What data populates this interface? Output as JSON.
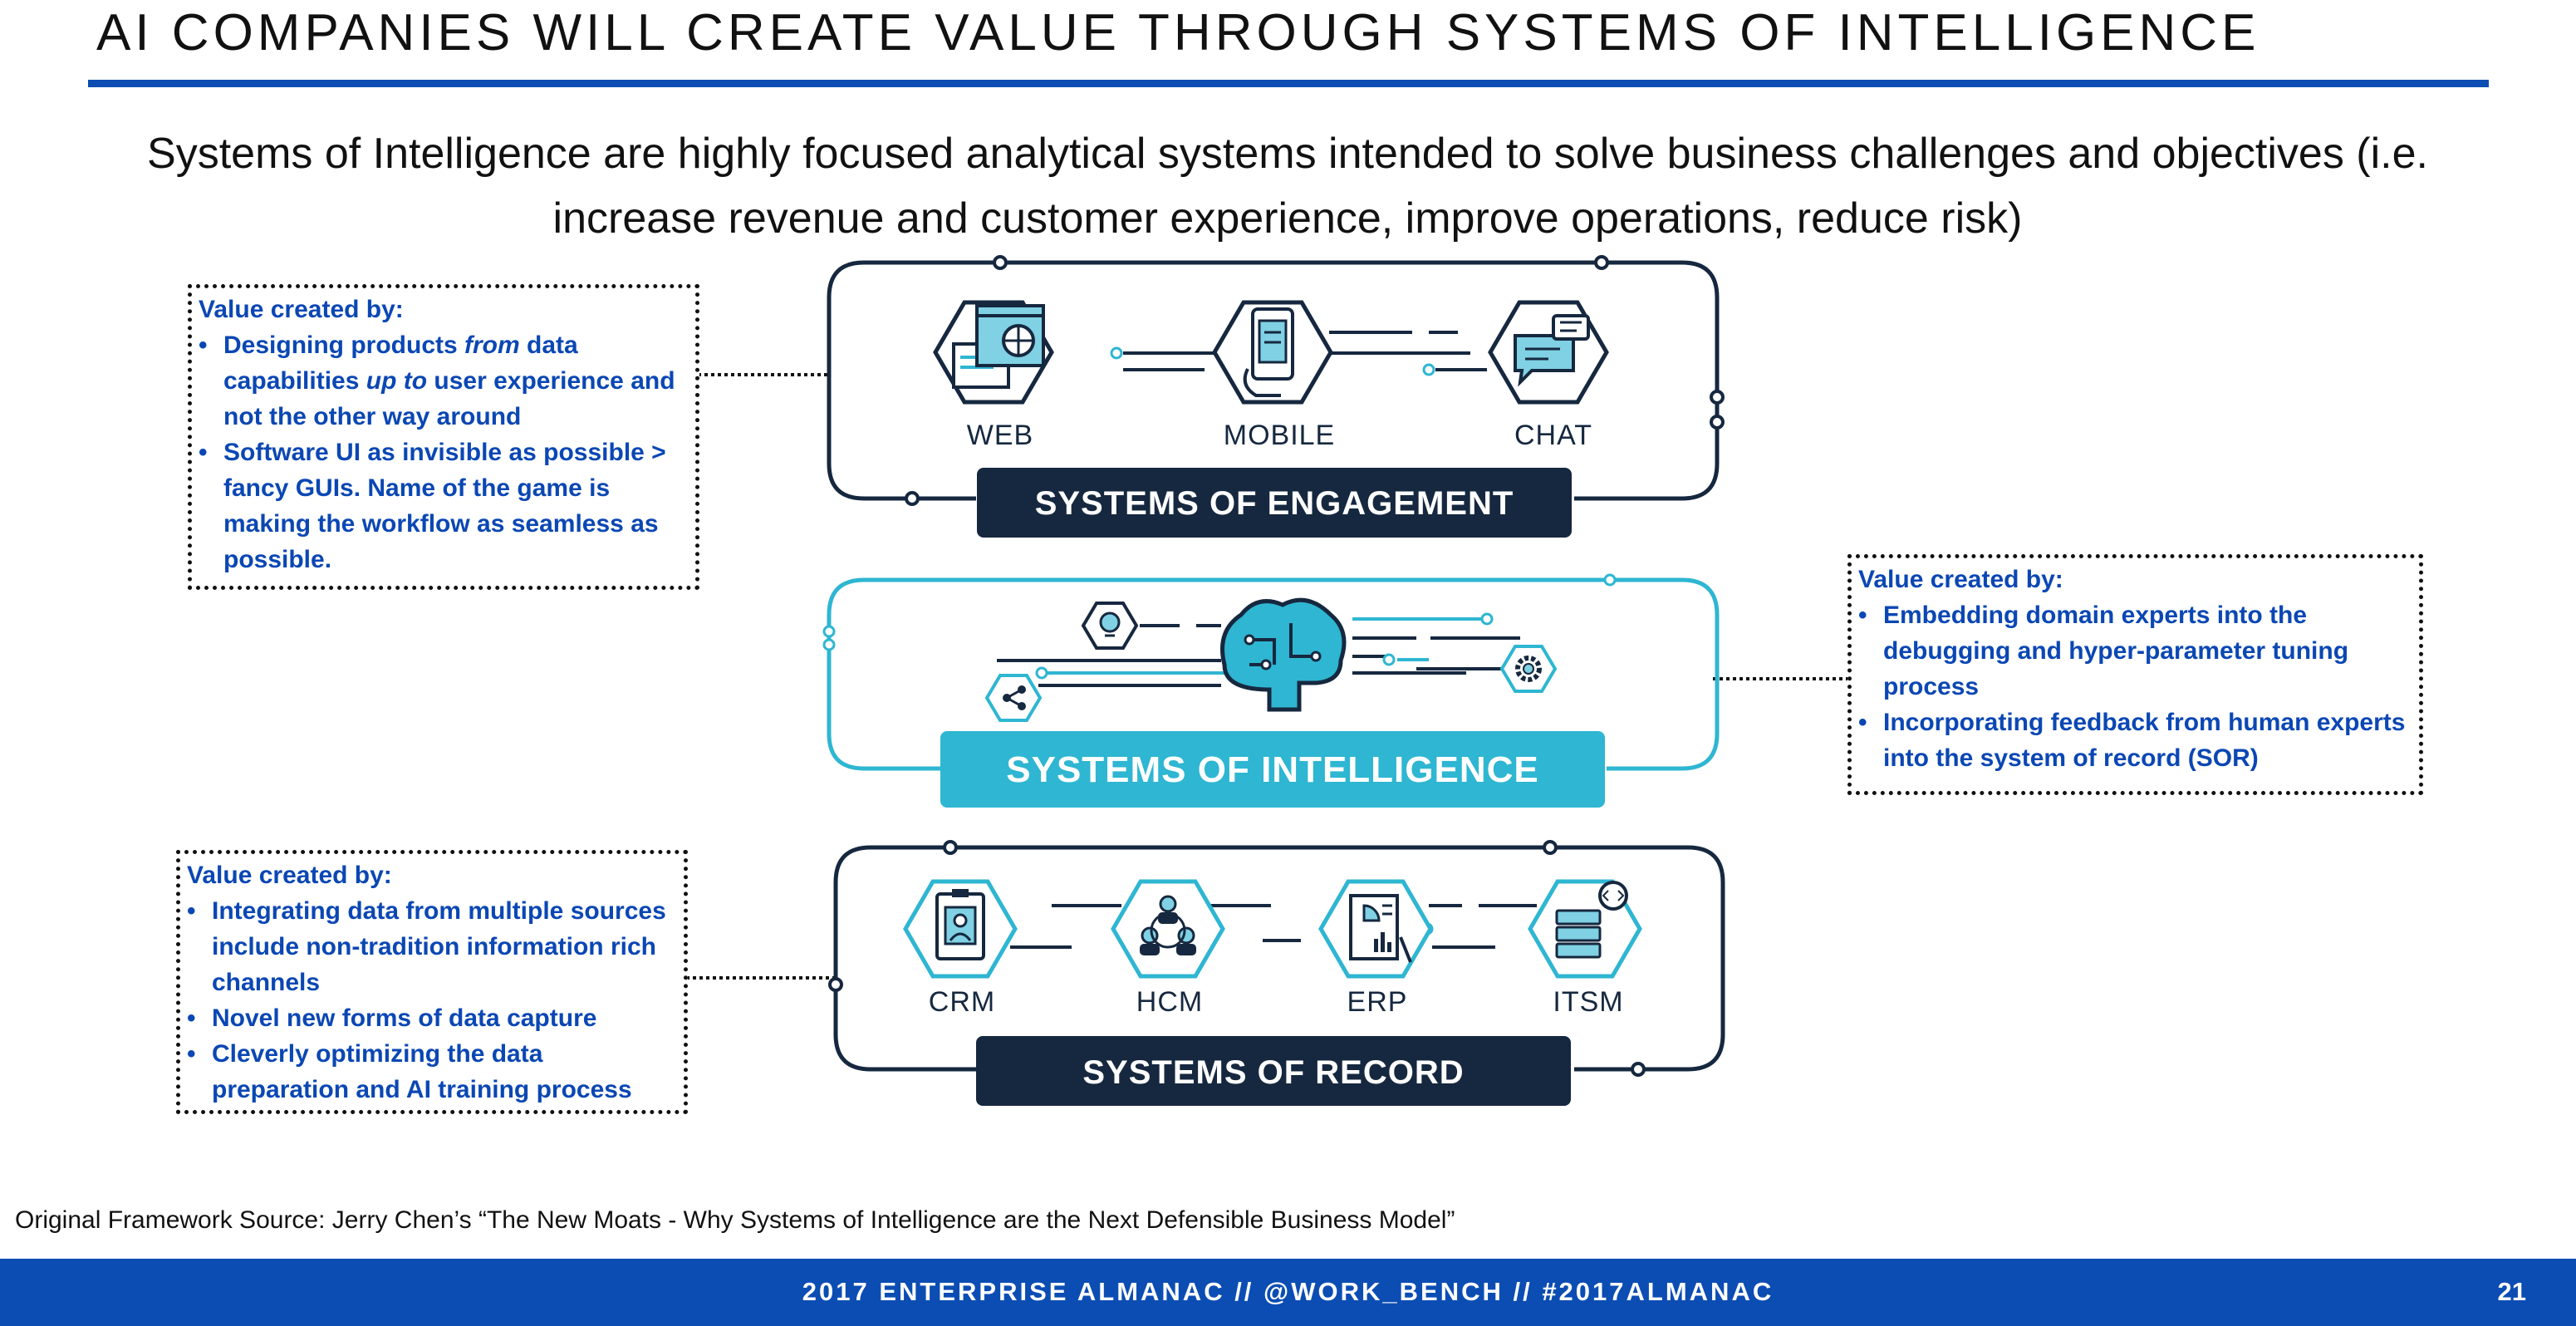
{
  "title": "AI COMPANIES WILL CREATE VALUE THROUGH SYSTEMS OF INTELLIGENCE",
  "subtitle": "Systems of Intelligence are highly focused analytical systems intended to solve business challenges and objectives (i.e. increase revenue and customer experience, improve operations, reduce risk)",
  "colors": {
    "accent_blue": "#0b4db3",
    "navy": "#16283f",
    "teal": "#2eb6d2"
  },
  "callouts": {
    "engagement": {
      "heading": "Value created by:",
      "bullet1": {
        "a": "Designing products ",
        "b": "from",
        "c": " data capabilities ",
        "d": "up to",
        "e": " user experience and not the other way around"
      },
      "bullet2": "Software UI as invisible as possible > fancy GUIs. Name of the game is making the workflow as seamless as possible."
    },
    "intelligence": {
      "heading": "Value created by:",
      "bullets": [
        "Embedding domain experts into the debugging and hyper-parameter tuning process",
        "Incorporating feedback from human experts into the system of record (SOR)"
      ]
    },
    "record": {
      "heading": "Value created by:",
      "bullets": [
        "Integrating data from multiple sources include non-tradition information rich channels",
        "Novel new forms of data capture",
        "Cleverly optimizing the data preparation and AI training process"
      ]
    }
  },
  "diagram": {
    "engagement": {
      "banner": "SYSTEMS OF ENGAGEMENT",
      "icons": [
        {
          "label": "WEB",
          "icon": "web-browser-icon"
        },
        {
          "label": "MOBILE",
          "icon": "mobile-phone-icon"
        },
        {
          "label": "CHAT",
          "icon": "chat-bubble-icon"
        }
      ]
    },
    "intelligence": {
      "banner": "SYSTEMS OF INTELLIGENCE",
      "icons": [
        {
          "icon": "lightbulb-icon"
        },
        {
          "icon": "brain-circuit-icon"
        },
        {
          "icon": "share-icon"
        },
        {
          "icon": "gear-icon"
        }
      ]
    },
    "record": {
      "banner": "SYSTEMS OF RECORD",
      "icons": [
        {
          "label": "CRM",
          "icon": "clipboard-contact-icon"
        },
        {
          "label": "HCM",
          "icon": "people-network-icon"
        },
        {
          "label": "ERP",
          "icon": "report-chart-icon"
        },
        {
          "label": "ITSM",
          "icon": "server-code-icon"
        }
      ]
    }
  },
  "source": "Original Framework Source: Jerry Chen’s “The New Moats - Why Systems of Intelligence are the Next Defensible Business Model”",
  "footer": {
    "text": "2017 ENTERPRISE ALMANAC  //  @WORK_BENCH  //  #2017ALMANAC",
    "page_number": "21"
  }
}
